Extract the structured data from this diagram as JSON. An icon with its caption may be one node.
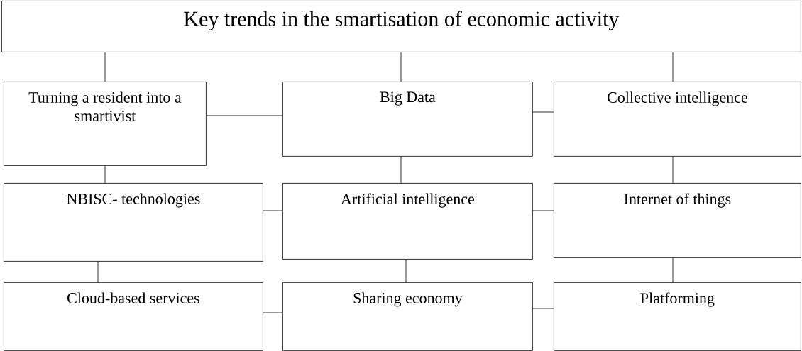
{
  "diagram": {
    "nodes": [
      {
        "text": [
          "Key trends in the smartisation of economic activity"
        ]
      },
      {
        "text": [
          "Turning a resident into a smartivist"
        ]
      },
      {
        "text": [
          "Big Data"
        ]
      },
      {
        "text": [
          "Collective intelligence"
        ]
      },
      {
        "text": [
          "NBISC- technologies"
        ]
      },
      {
        "text": [
          "Artificial intelligence"
        ]
      },
      {
        "text": [
          "Internet of things"
        ]
      },
      {
        "text": [
          "Cloud-based services"
        ]
      },
      {
        "text": [
          "Sharing economy"
        ]
      },
      {
        "text": [
          "Platforming"
        ]
      }
    ],
    "edges": [
      {
        "from": 0,
        "to": 1,
        "arrow": "none"
      },
      {
        "from": 0,
        "to": 2,
        "arrow": "none"
      },
      {
        "from": 0,
        "to": 3,
        "arrow": "none"
      },
      {
        "from": 1,
        "to": 2,
        "arrow": "none"
      },
      {
        "from": 2,
        "to": 3,
        "arrow": "none"
      },
      {
        "from": 1,
        "to": 4,
        "arrow": "none"
      },
      {
        "from": 2,
        "to": 5,
        "arrow": "none"
      },
      {
        "from": 3,
        "to": 6,
        "arrow": "none"
      },
      {
        "from": 4,
        "to": 5,
        "arrow": "none"
      },
      {
        "from": 5,
        "to": 6,
        "arrow": "none"
      },
      {
        "from": 4,
        "to": 7,
        "arrow": "none"
      },
      {
        "from": 5,
        "to": 8,
        "arrow": "none"
      },
      {
        "from": 6,
        "to": 9,
        "arrow": "none"
      },
      {
        "from": 7,
        "to": 8,
        "arrow": "none"
      },
      {
        "from": 8,
        "to": 9,
        "arrow": "none"
      }
    ]
  }
}
